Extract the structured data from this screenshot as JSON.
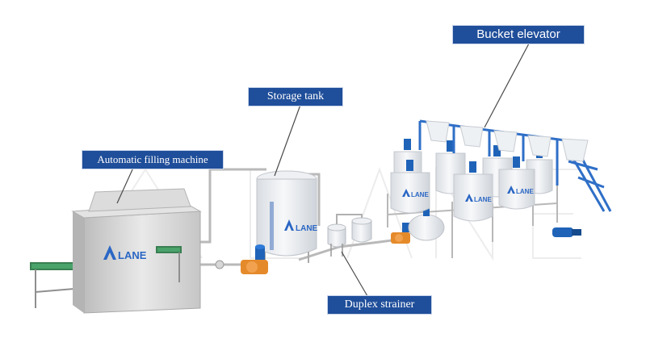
{
  "labels": {
    "filling_machine": "Automatic filling machine",
    "storage_tank": "Storage tank",
    "bucket_elevator": "Bucket elevator",
    "duplex_strainer": "Duplex strainer"
  },
  "brand": {
    "logo_text": "LANE",
    "watermark_text": "ALANE"
  },
  "colors": {
    "label_bg": "#1f4e9a",
    "label_text": "#ffffff",
    "logo": "#2a66c4",
    "machine": "#cfcfcf",
    "pump": "#e58a2b",
    "motor": "#1f63b8",
    "elevator": "#2f6fc7"
  },
  "icons": [
    "logo-mark-icon",
    "pump-icon",
    "motor-icon"
  ]
}
